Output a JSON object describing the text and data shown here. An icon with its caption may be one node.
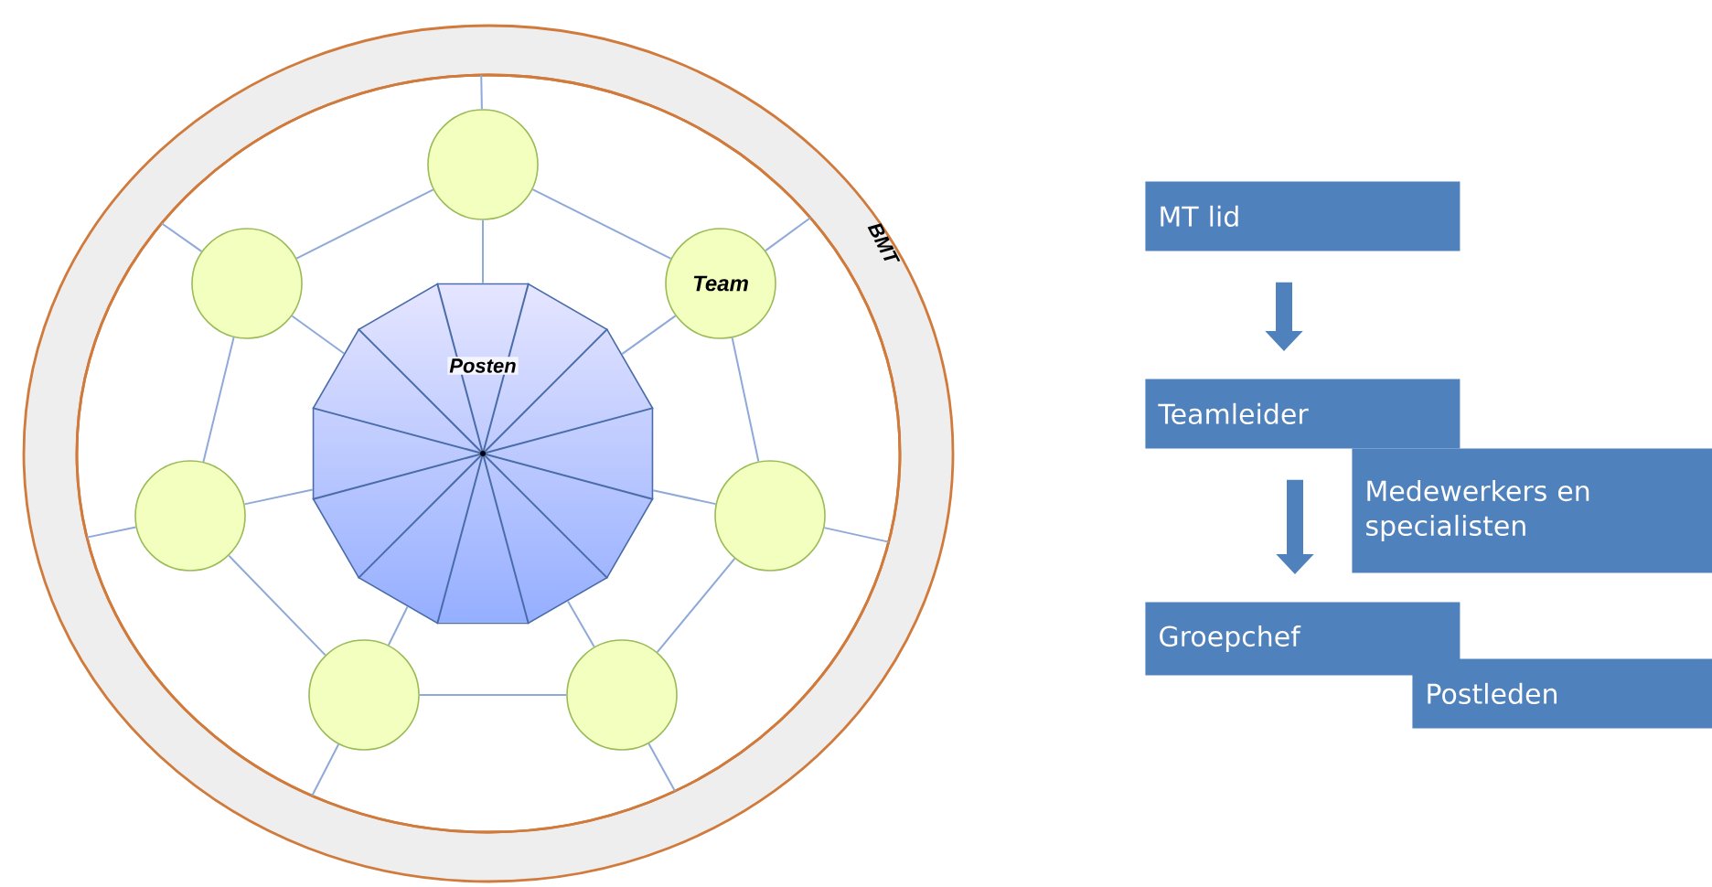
{
  "diagram": {
    "nodes": [
      {
        "text": [
          "BMT"
        ]
      },
      {
        "text": [
          "Posten"
        ],
        "in": 0
      },
      {
        "text": [],
        "shape": "circle",
        "in": 0
      },
      {
        "text": [
          "Team"
        ],
        "in": 0
      },
      {
        "text": [],
        "shape": "circle",
        "in": 0
      },
      {
        "text": [],
        "shape": "circle",
        "in": 0
      },
      {
        "text": [],
        "shape": "circle",
        "in": 0
      },
      {
        "text": [],
        "shape": "circle",
        "in": 0
      },
      {
        "text": [],
        "shape": "circle",
        "in": 0
      },
      {
        "text": [
          "MT lid"
        ]
      },
      {
        "text": [
          "Teamleider"
        ]
      },
      {
        "text": [
          "Medewerkers en specialisten"
        ]
      },
      {
        "text": [
          "Groepchef"
        ]
      },
      {
        "text": [
          "Postleden"
        ]
      }
    ],
    "edges": [
      {
        "from": 2,
        "to": 3,
        "arrow": "none"
      },
      {
        "from": 3,
        "to": 4,
        "arrow": "none"
      },
      {
        "from": 4,
        "to": 5,
        "arrow": "none"
      },
      {
        "from": 5,
        "to": 6,
        "arrow": "none"
      },
      {
        "from": 6,
        "to": 7,
        "arrow": "none"
      },
      {
        "from": 7,
        "to": 8,
        "arrow": "none"
      },
      {
        "from": 8,
        "to": 2,
        "arrow": "none"
      },
      {
        "from": 2,
        "to": 1,
        "arrow": "none"
      },
      {
        "from": 3,
        "to": 1,
        "arrow": "none"
      },
      {
        "from": 4,
        "to": 1,
        "arrow": "none"
      },
      {
        "from": 5,
        "to": 1,
        "arrow": "none"
      },
      {
        "from": 6,
        "to": 1,
        "arrow": "none"
      },
      {
        "from": 7,
        "to": 1,
        "arrow": "none"
      },
      {
        "from": 8,
        "to": 1,
        "arrow": "none"
      },
      {
        "from": 2,
        "to": 0,
        "arrow": "none"
      },
      {
        "from": 3,
        "to": 0,
        "arrow": "none"
      },
      {
        "from": 4,
        "to": 0,
        "arrow": "none"
      },
      {
        "from": 5,
        "to": 0,
        "arrow": "none"
      },
      {
        "from": 6,
        "to": 0,
        "arrow": "none"
      },
      {
        "from": 7,
        "to": 0,
        "arrow": "none"
      },
      {
        "from": 8,
        "to": 0,
        "arrow": "none"
      },
      {
        "from": 9,
        "to": 10,
        "arrow": "to",
        "style": "thick",
        "color": "#4f81bd"
      },
      {
        "from": 10,
        "to": 12,
        "arrow": "to",
        "style": "thick",
        "color": "#4f81bd"
      }
    ]
  }
}
